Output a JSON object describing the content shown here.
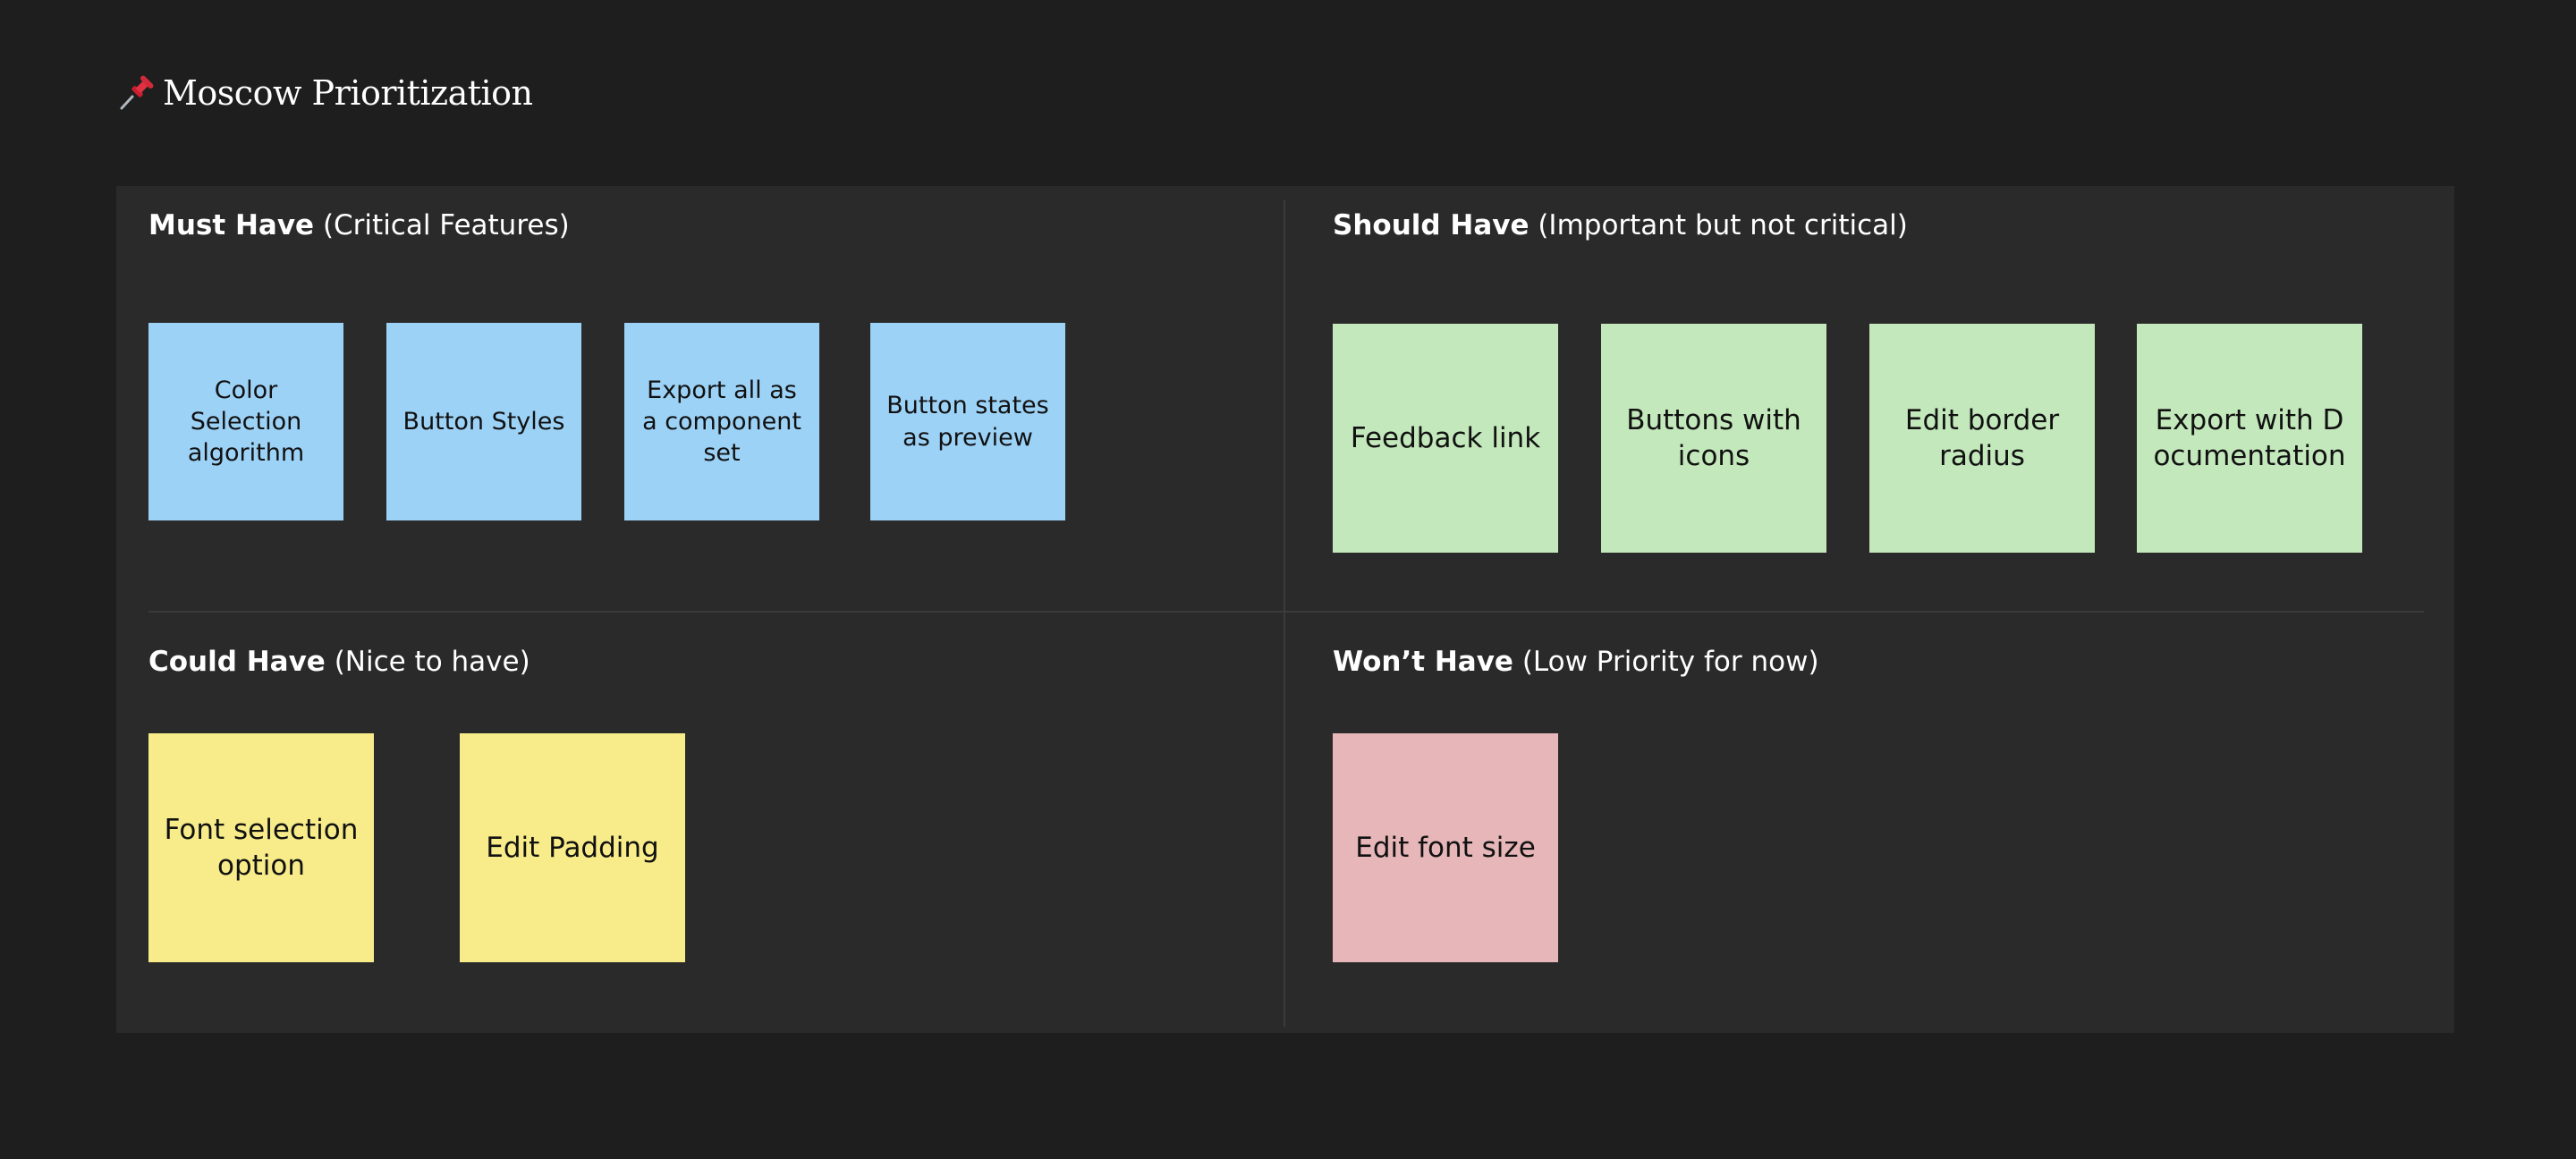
{
  "page": {
    "title": "Moscow Prioritization",
    "title_icon": "pushpin-icon"
  },
  "colors": {
    "background": "#1e1e1e",
    "board": "#2a2a2a",
    "divider": "#3b3b3b",
    "must_have_sticky": "#9dd2f7",
    "should_have_sticky": "#c3e8bb",
    "could_have_sticky": "#f7ec89",
    "wont_have_sticky": "#e7b6b8"
  },
  "sections": {
    "must": {
      "title": "Must Have",
      "subtitle": "(Critical Features)",
      "notes": [
        "Color Selection algorithm",
        "Button Styles",
        "Export all as a component set",
        "Button states as preview"
      ]
    },
    "should": {
      "title": "Should Have",
      "subtitle": "(Important but not critical)",
      "notes": [
        "Feedback link",
        "Buttons with icons",
        "Edit border radius",
        "Export with Documentation"
      ]
    },
    "could": {
      "title": "Could Have",
      "subtitle": "(Nice to have)",
      "notes": [
        "Font selection option",
        "Edit Padding"
      ]
    },
    "wont": {
      "title": "Won’t Have",
      "subtitle": "(Low Priority for now)",
      "notes": [
        "Edit font size"
      ]
    }
  }
}
